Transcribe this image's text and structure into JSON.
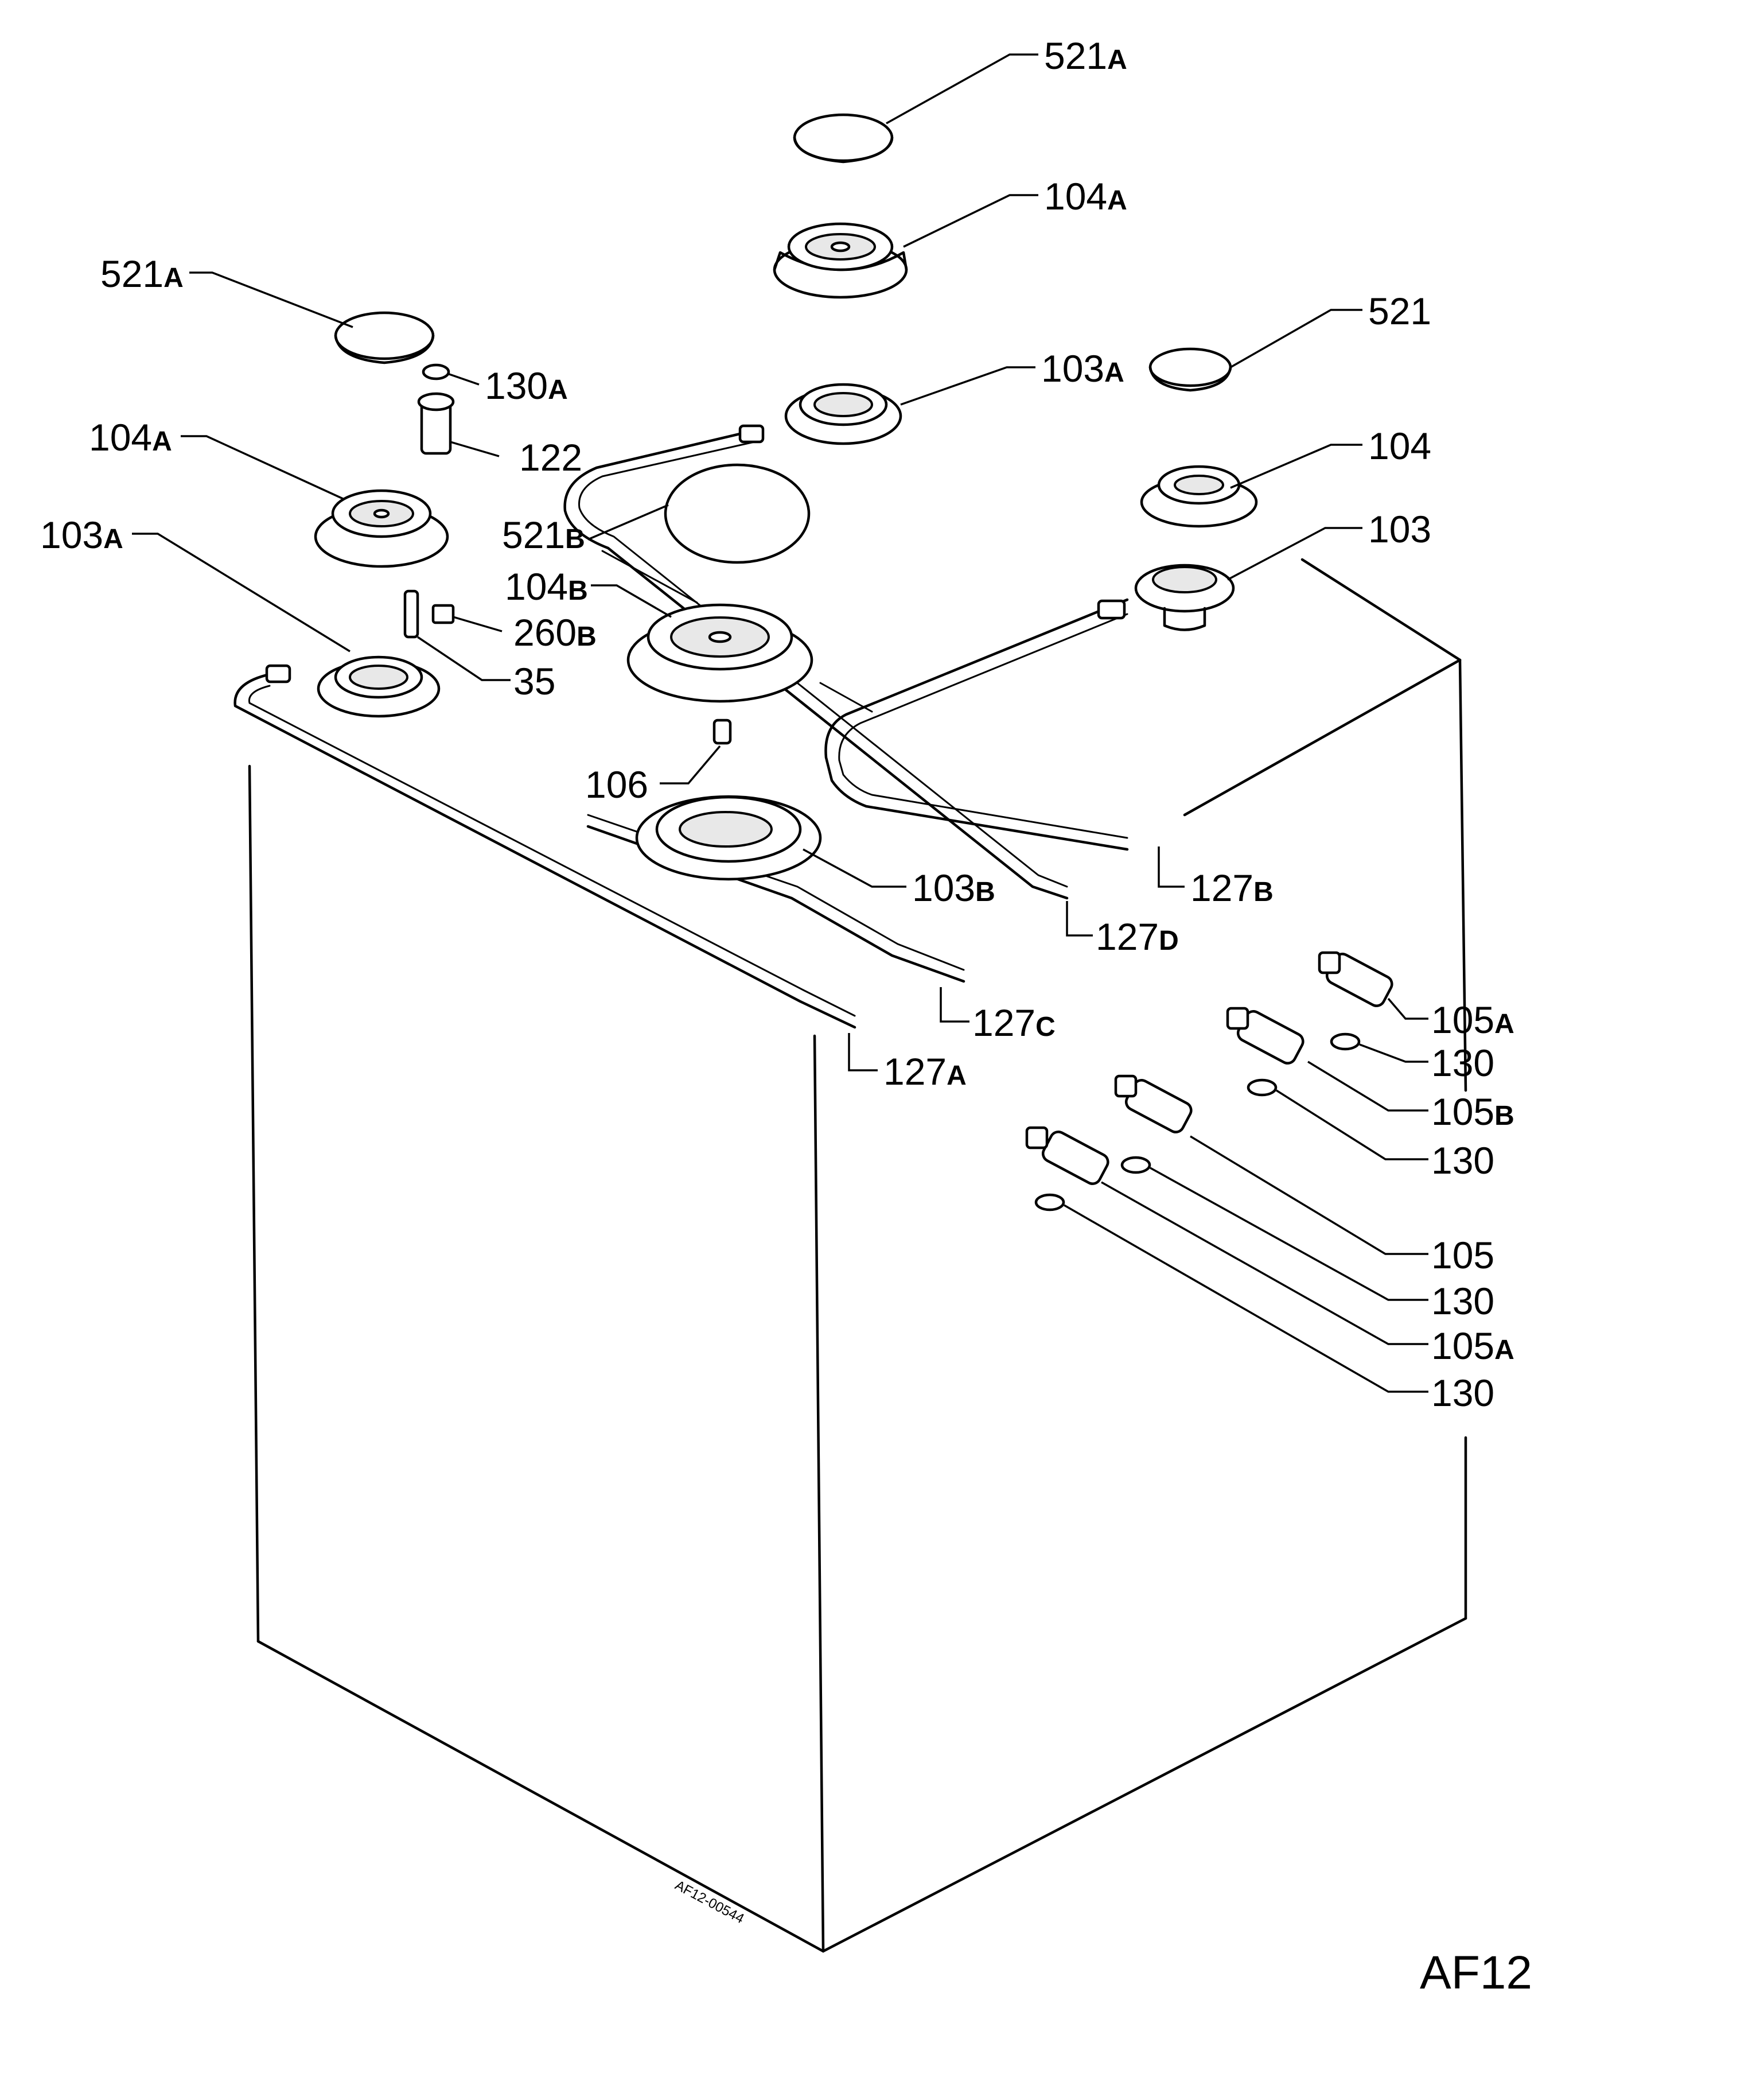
{
  "labels": {
    "l01": {
      "num": "521",
      "suffix": "A"
    },
    "l02": {
      "num": "104",
      "suffix": "A"
    },
    "l03": {
      "num": "521",
      "suffix": "A"
    },
    "l04": {
      "num": "130",
      "suffix": "A"
    },
    "l05": {
      "num": "521",
      "suffix": ""
    },
    "l06": {
      "num": "103",
      "suffix": "A"
    },
    "l07": {
      "num": "104",
      "suffix": "A"
    },
    "l08": {
      "num": "122",
      "suffix": ""
    },
    "l09": {
      "num": "104",
      "suffix": ""
    },
    "l10": {
      "num": "521",
      "suffix": "B"
    },
    "l11": {
      "num": "103",
      "suffix": "A"
    },
    "l12": {
      "num": "103",
      "suffix": ""
    },
    "l13": {
      "num": "104",
      "suffix": "B"
    },
    "l14": {
      "num": "260",
      "suffix": "B"
    },
    "l15": {
      "num": "35",
      "suffix": ""
    },
    "l16": {
      "num": "106",
      "suffix": ""
    },
    "l17": {
      "num": "103",
      "suffix": "B"
    },
    "l18": {
      "num": "127",
      "suffix": "B"
    },
    "l19": {
      "num": "127",
      "suffix": "D"
    },
    "l20": {
      "num": "105",
      "suffix": "A"
    },
    "l21": {
      "num": "127",
      "suffix": "C"
    },
    "l22": {
      "num": "130",
      "suffix": ""
    },
    "l23": {
      "num": "127",
      "suffix": "A"
    },
    "l24": {
      "num": "105",
      "suffix": "B"
    },
    "l25": {
      "num": "130",
      "suffix": ""
    },
    "l26": {
      "num": "105",
      "suffix": ""
    },
    "l27": {
      "num": "130",
      "suffix": ""
    },
    "l28": {
      "num": "105",
      "suffix": "A"
    },
    "l29": {
      "num": "130",
      "suffix": ""
    }
  },
  "drawing_code": "AF12",
  "drawing_ref": "AF12-00544"
}
